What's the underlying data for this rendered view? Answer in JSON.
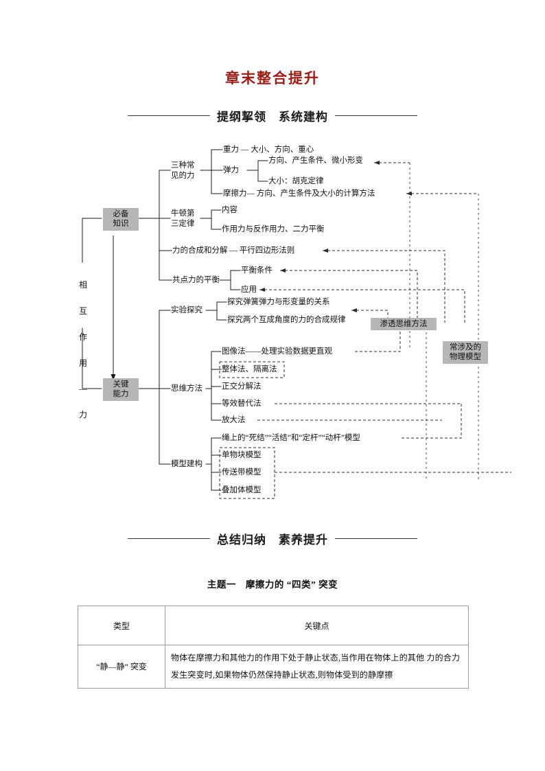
{
  "doc": {
    "title": "章末整合提升"
  },
  "sections": {
    "mindmap_head": "提纲挈领　系统建构",
    "summary_head": "总结归纳　素养提升"
  },
  "mindmap": {
    "root_vertical": [
      "相",
      "互",
      "作",
      "用",
      "—",
      "力"
    ],
    "boxes": {
      "knowledge": "必备\n知识",
      "ability": "关键\n能力",
      "methods_tag": "渗透思维方法",
      "models_tag": "常涉及的\n物理模型"
    },
    "branches": {
      "three_forces": "三种常\n见的力",
      "gravity": "重力 — 大小、方向、重心",
      "elastic": "弹力",
      "elastic_a": "方向、产生条件、微小形变",
      "elastic_b": "大小：胡克定律",
      "friction": "摩擦力— 方向、产生条件及大小的计算方法",
      "newton3": "牛顿第\n三定律",
      "newton3_a": "内容",
      "newton3_b": "作用力与反作用力、二力平衡",
      "composition": "力的合成和分解 — 平行四边形法则",
      "equilibrium": "共点力的平衡",
      "equilibrium_a": "平衡条件",
      "equilibrium_b": "应用",
      "experiment": "实验探究",
      "experiment_a": "探究弹簧弹力与形变量的关系",
      "experiment_b": "探究两个互成角度的力的合成规律",
      "thinking": "思维方法",
      "thinking_a": "图像法——处理实验数据更直观",
      "thinking_b": "整体法、隔离法",
      "thinking_c": "正交分解法",
      "thinking_d": "等效替代法",
      "thinking_e": "放大法",
      "modeling": "模型建构",
      "modeling_a": "绳上的“死结”“活结”和“定杆”“动杆”模型",
      "modeling_b": "单物块模型",
      "modeling_c": "传送带模型",
      "modeling_d": "叠加体模型"
    }
  },
  "topic": {
    "heading": "主题一　摩擦力的 “四类” 突变"
  },
  "table": {
    "headers": [
      "类型",
      "关键点"
    ],
    "rows": [
      {
        "type": "“静—静”\n突变",
        "key": "物体在摩擦力和其他力的作用下处于静止状态,当作用在物体上的其他\n力的合力发生突变时,如果物体仍然保持静止状态,则物体受到的静摩擦"
      }
    ]
  },
  "colors": {
    "title": "#9e1b13",
    "graybox": "#b6b6b6",
    "line": "#1a1a1a",
    "dashed_gray": "#8c8c8c",
    "table_border": "#9b9b9b"
  }
}
